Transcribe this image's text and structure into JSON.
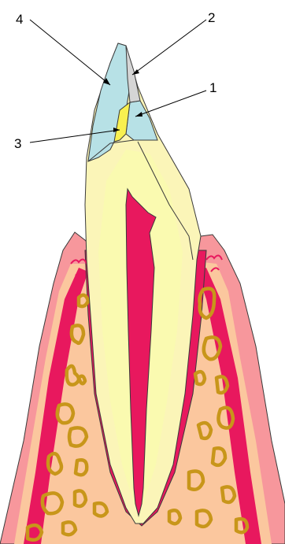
{
  "labels": [
    {
      "id": "1",
      "text": "1"
    },
    {
      "id": "2",
      "text": "2"
    },
    {
      "id": "3",
      "text": "3"
    },
    {
      "id": "4",
      "text": "4"
    }
  ],
  "colors": {
    "gum_outer": "#f7979c",
    "gum_inner": "#e8185e",
    "bone": "#fbc79e",
    "trabecula": "#c8961a",
    "dentin": "#fbf5b8",
    "root": "#fafab0",
    "pulp": "#e8185e",
    "enamel_blue": "#b7e1e6",
    "gray_area": "#d5d5d5",
    "yellow_area": "#f8f050",
    "outline": "#3a3a3a"
  },
  "icons": [
    "tooth-longitudinal-section"
  ]
}
